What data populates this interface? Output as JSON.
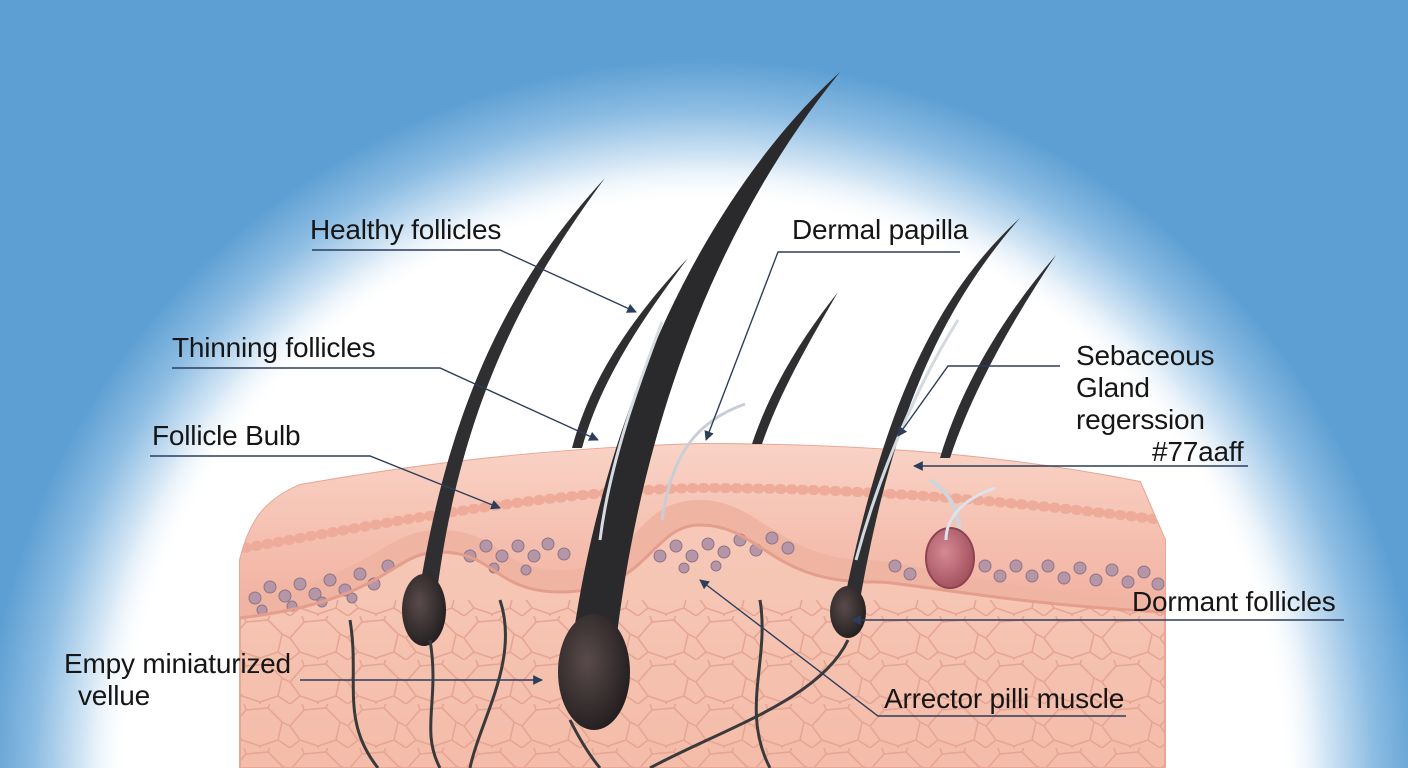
{
  "labels": {
    "healthy_follicles": "Healthy follicles",
    "thinning_follicles": "Thinning follicles",
    "follicle_bulb": "Follicle Bulb",
    "empty_miniaturized_line1": "Empy miniaturized",
    "empty_miniaturized_line2": "vellue",
    "dermal_papilla": "Dermal papilla",
    "sebaceous_line1": "Sebaceous",
    "sebaceous_line2": "Gland",
    "sebaceous_line3": "regerssion",
    "sebaceous_line4": "#77aaff",
    "dormant_follicles": "Dormant follicles",
    "arrector_pilli": "Arrector pilli muscle"
  },
  "colors": {
    "background_glow": "#5d9fd3",
    "hair": "#2f2f32",
    "epidermis": "#f3b8a8",
    "dermis": "#f7c7b5",
    "cell_outline": "#e59d8c",
    "fat_cells": "#a98d9c",
    "sebaceous_gland": "#b65f6e",
    "leader_line": "#2d3d5c"
  }
}
